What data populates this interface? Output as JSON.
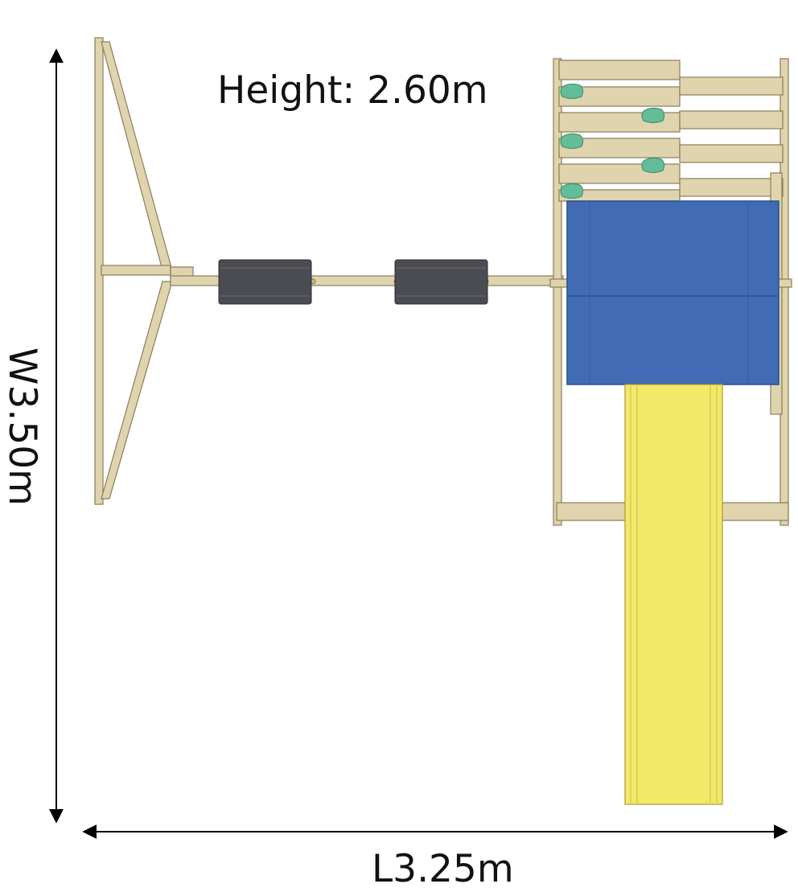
{
  "dimensions": {
    "height_label": "Height: 2.60m",
    "width_label": "W3.50m",
    "length_label": "L3.25m"
  },
  "components": {
    "swing_seats": 2,
    "climbing_holds": 5
  },
  "colors": {
    "timber": "#e0d4ae",
    "timber_stroke": "#8a7d5a",
    "roof": "#426bb5",
    "slide": "#f2e86a",
    "swing_seat": "#4b4b52",
    "climbing_hold": "#63bd98",
    "arrow": "#000000"
  }
}
